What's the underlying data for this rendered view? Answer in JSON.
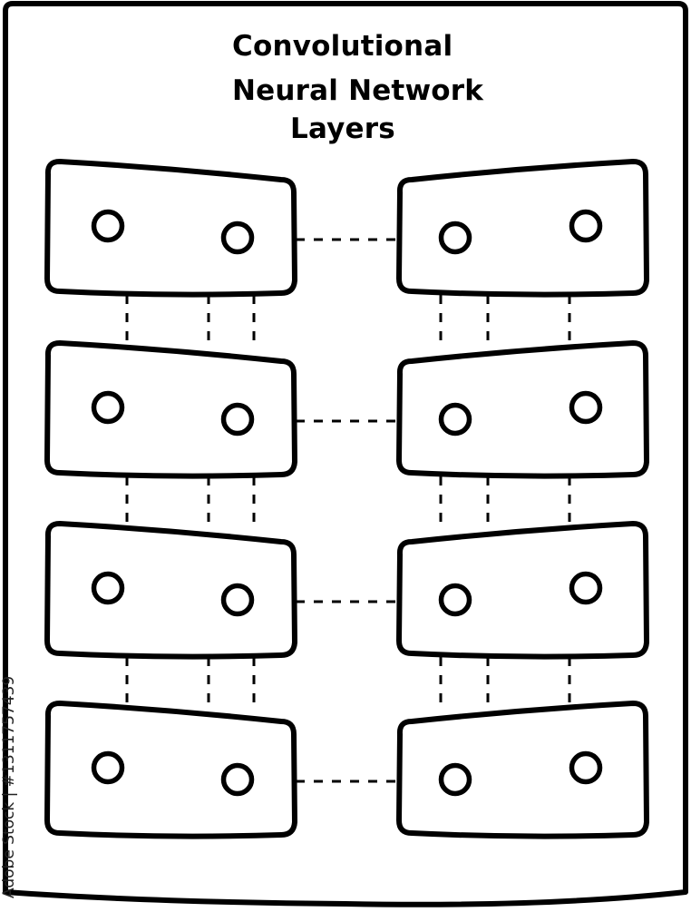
{
  "diagram": {
    "title_lines": [
      "Convolutional",
      "Neural Network",
      "Layers"
    ],
    "rows": 4,
    "columns": 2,
    "nodes_per_layer": 2,
    "colors": {
      "ink": "#000000",
      "background": "#ffffff"
    }
  },
  "watermark": {
    "text": "Adobe Stock | #1311757439"
  }
}
